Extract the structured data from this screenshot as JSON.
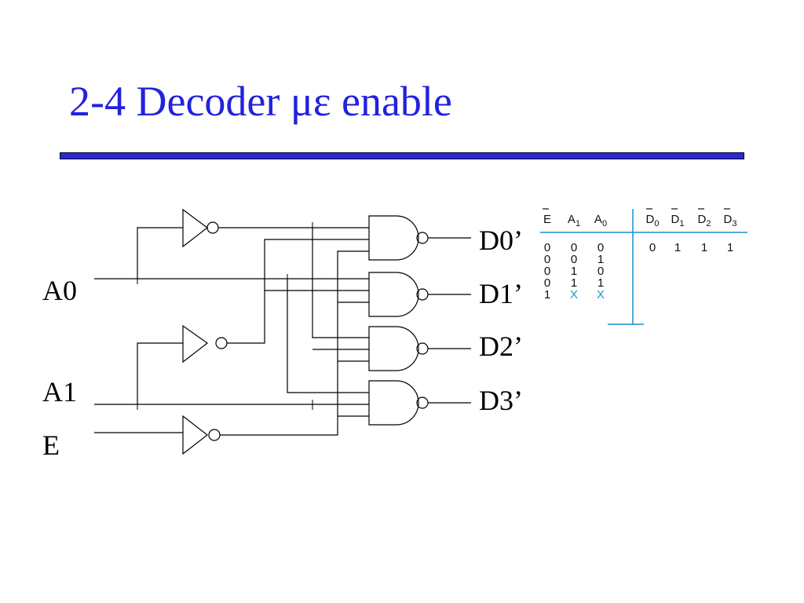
{
  "title": "2-4 Decoder με enable",
  "inputs": {
    "a0": "A0",
    "a1": "A1",
    "e": "E"
  },
  "outputs": [
    "D0’",
    "D1’",
    "D2’",
    "D3’"
  ],
  "truth_table": {
    "headers_in": [
      "E",
      "A1",
      "A0"
    ],
    "headers_out": [
      "D0",
      "D1",
      "D2",
      "D3"
    ],
    "rows": [
      {
        "in": [
          "0",
          "0",
          "0"
        ],
        "out": [
          "0",
          "1",
          "1",
          "1"
        ]
      },
      {
        "in": [
          "0",
          "0",
          "1"
        ],
        "out": []
      },
      {
        "in": [
          "0",
          "1",
          "0"
        ],
        "out": []
      },
      {
        "in": [
          "0",
          "1",
          "1"
        ],
        "out": []
      },
      {
        "in": [
          "1",
          "X",
          "X"
        ],
        "out": []
      }
    ]
  },
  "colors": {
    "title": "#2222dd",
    "rule": "#2a2acc",
    "table_lines": "#1a8fd0",
    "dont_care": "#1a9ad6"
  }
}
